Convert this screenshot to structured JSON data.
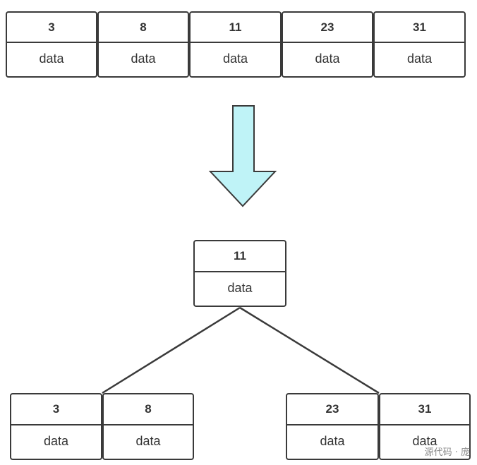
{
  "top_array": [
    {
      "key": "3",
      "value": "data"
    },
    {
      "key": "8",
      "value": "data"
    },
    {
      "key": "11",
      "value": "data"
    },
    {
      "key": "23",
      "value": "data"
    },
    {
      "key": "31",
      "value": "data"
    }
  ],
  "arrow": {
    "fill_color": "#bff3f7",
    "stroke_color": "#3a3a3a",
    "direction": "down"
  },
  "tree": {
    "root": {
      "key": "11",
      "value": "data"
    },
    "left_child": [
      {
        "key": "3",
        "value": "data"
      },
      {
        "key": "8",
        "value": "data"
      }
    ],
    "right_child": [
      {
        "key": "23",
        "value": "data"
      },
      {
        "key": "31",
        "value": "data"
      }
    ]
  },
  "watermark": {
    "text": "源代码 · 庞"
  }
}
